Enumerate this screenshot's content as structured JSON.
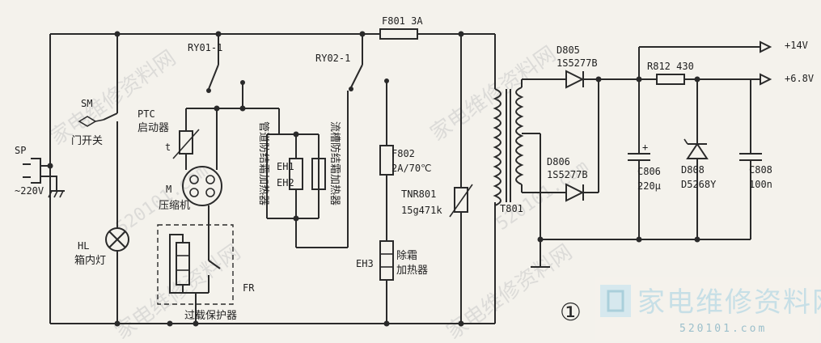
{
  "labels": {
    "sp": "SP",
    "v220": "~220V",
    "sm": "SM",
    "door_switch": "门开关",
    "hl": "HL",
    "box_lamp": "箱内灯",
    "ptc": "PTC",
    "starter": "启动器",
    "t": "t",
    "m": "M",
    "compressor": "压缩机",
    "ry01": "RY01-1",
    "ry02": "RY02-1",
    "pipe_heater": "管道防结霜加热器",
    "trough_heater": "流槽防结霜加热器",
    "eh1": "EH1",
    "eh2": "EH2",
    "fr": "FR",
    "overload": "过载保护器",
    "f801": "F801 3A",
    "f802": "F802",
    "f802_val": "2A/70℃",
    "tnr": "TNR801",
    "tnr_val": "15g471k",
    "eh3": "EH3",
    "defrost1": "除霜",
    "defrost2": "加热器",
    "t801": "T801",
    "d805": "D805",
    "d805_val": "1S5277B",
    "d806": "D806",
    "d806_val": "1S5277B",
    "r812": "R812  430",
    "c806": "C806",
    "c806_val": "220μ",
    "d808": "D808",
    "d808_val": "D5268Y",
    "c808": "C808",
    "c808_val": "100n",
    "v14": "+14V",
    "v68": "+6.8V",
    "fig_num": "①",
    "cap_plus": "+"
  },
  "watermark": {
    "text_cn": "家电维修资料网",
    "text_num": "520101.com",
    "brand": "家电维修资料网",
    "brand_sub": "520101.com"
  }
}
